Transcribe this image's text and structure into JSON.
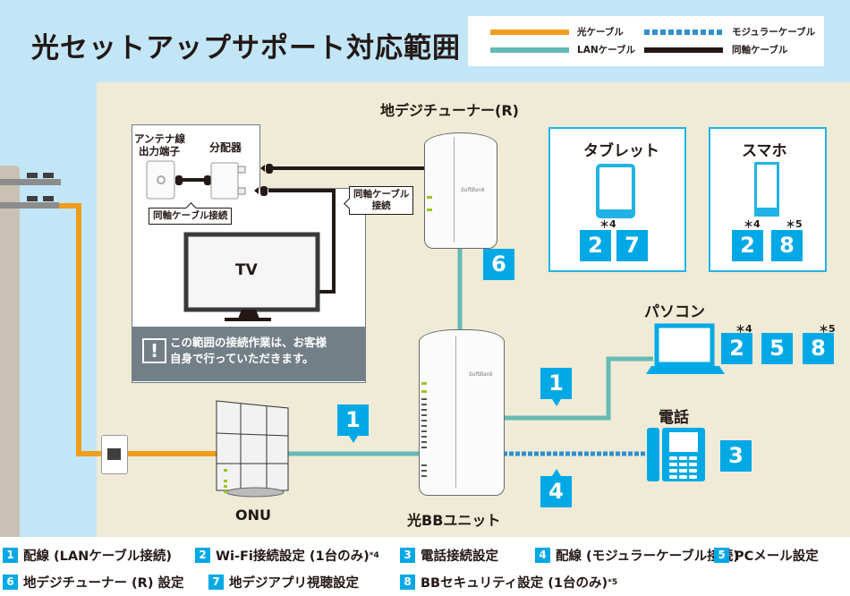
{
  "title": "光セットアップサポート対応範囲",
  "legend": [
    {
      "label": "光ケーブル",
      "color": "#ee9d1c",
      "style": "solid"
    },
    {
      "label": "モジュラーケーブル",
      "color": "#2f8fcf",
      "style": "dashed"
    },
    {
      "label": "LANケーブル",
      "color": "#66bab5",
      "style": "solid"
    },
    {
      "label": "同軸ケーブル",
      "color": "#231815",
      "style": "solid"
    }
  ],
  "colors": {
    "sky": "#c2e6f8",
    "house": "#efebd6",
    "badge": "#00a9e5",
    "fiber": "#ee9d1c",
    "lan": "#66bab5",
    "modular": "#2f8fcf",
    "coax": "#231815"
  },
  "scope_area": {
    "antenna_label_line1": "アンテナ線",
    "antenna_label_line2": "出力端子",
    "splitter_label": "分配器",
    "callout_left": "同軸ケーブル接続",
    "callout_right_line1": "同軸ケーブル",
    "callout_right_line2": "接続",
    "tv_label": "TV",
    "warning_icon": "!",
    "warning_line1": "この範囲の接続作業は、お客様",
    "warning_line2": "自身で行っていただきます。"
  },
  "devices": {
    "tuner": {
      "label": "地デジチューナー(R)",
      "badge": "6",
      "brand": "SoftBank"
    },
    "bb_unit": {
      "label": "光BBユニット",
      "brand": "SoftBank"
    },
    "onu": {
      "label": "ONU"
    },
    "tablet": {
      "label": "タブレット",
      "badges": [
        "2",
        "7"
      ],
      "note": "＊4"
    },
    "smartphone": {
      "label": "スマホ",
      "badges": [
        "2",
        "8"
      ],
      "notes": [
        "＊4",
        "＊5"
      ]
    },
    "pc": {
      "label": "パソコン",
      "badges": [
        "2",
        "5",
        "8"
      ],
      "notes": [
        "＊4",
        "＊5"
      ]
    },
    "phone": {
      "label": "電話",
      "badge": "3"
    }
  },
  "cable_badges": {
    "onu_lan": "1",
    "pc_lan": "1",
    "modular": "4"
  },
  "key": [
    {
      "num": "1",
      "text": "配線 (LANケーブル接続)",
      "sup": ""
    },
    {
      "num": "2",
      "text": "Wi-Fi接続設定 (1台のみ)",
      "sup": "*4"
    },
    {
      "num": "3",
      "text": "電話接続設定",
      "sup": ""
    },
    {
      "num": "4",
      "text": "配線 (モジュラーケーブル接続)",
      "sup": ""
    },
    {
      "num": "5",
      "text": "PCメール設定",
      "sup": ""
    },
    {
      "num": "6",
      "text": "地デジチューナー (R) 設定",
      "sup": ""
    },
    {
      "num": "7",
      "text": "地デジアプリ視聴設定",
      "sup": ""
    },
    {
      "num": "8",
      "text": "BBセキュリティ設定 (1台のみ)",
      "sup": "*5"
    }
  ]
}
